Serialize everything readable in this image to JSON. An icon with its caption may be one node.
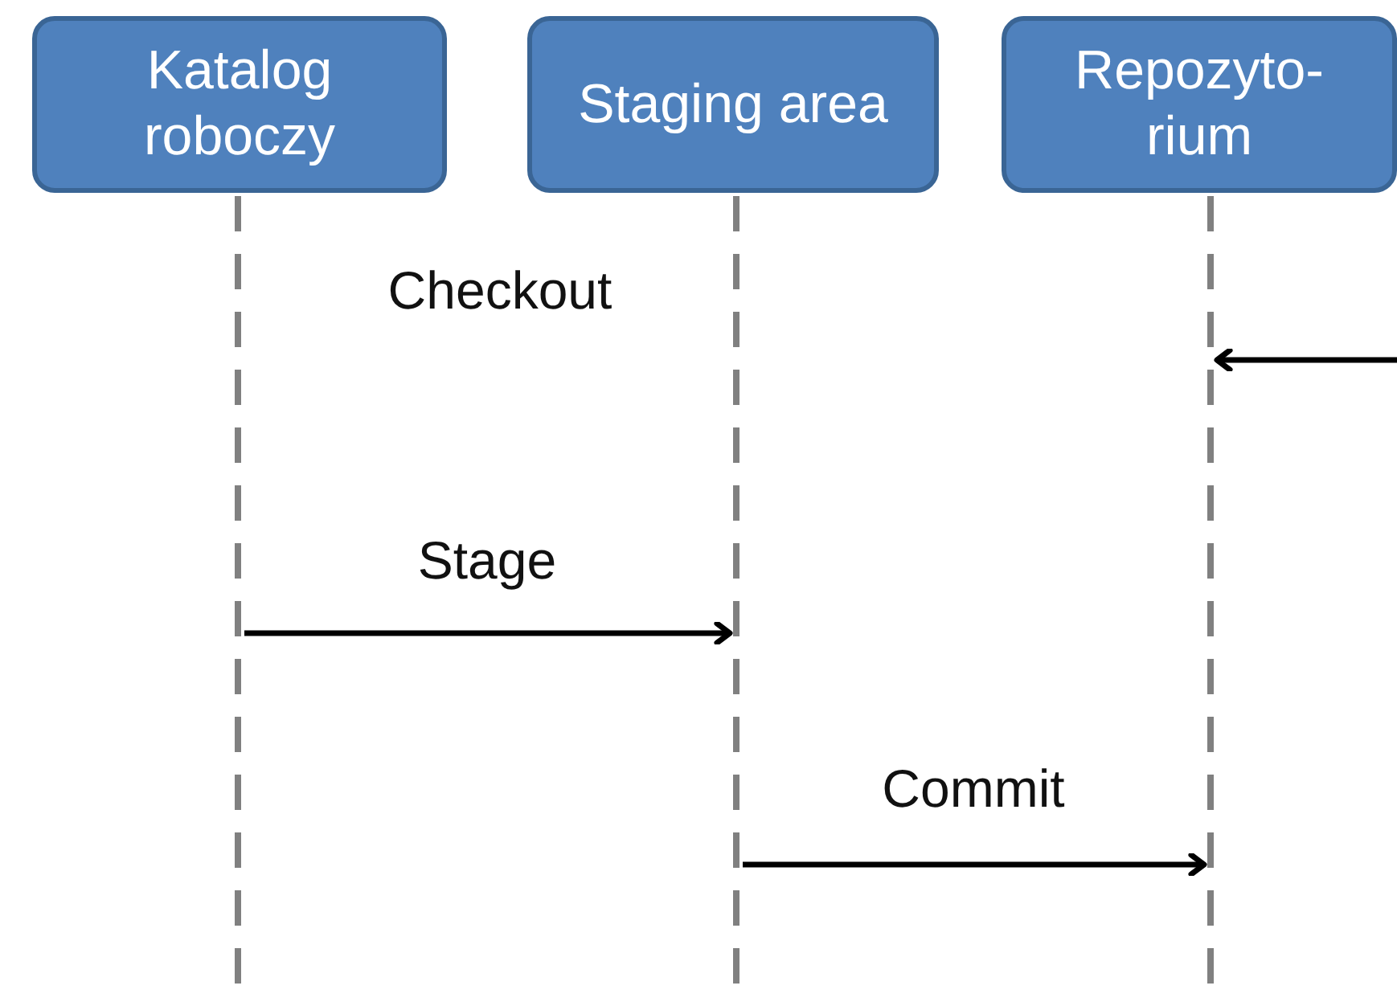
{
  "diagram": {
    "nodes": [
      {
        "text": [
          "Katalog roboczy"
        ]
      },
      {
        "text": [
          "Staging area"
        ]
      },
      {
        "text": [
          "Repozyto- rium"
        ]
      },
      {
        "text": [],
        "shape": "line"
      },
      {
        "text": [],
        "shape": "line"
      },
      {
        "text": [],
        "shape": "line"
      }
    ],
    "edges": [
      {
        "from": 3,
        "to": 4,
        "arrow": "to",
        "label": "Stage"
      },
      {
        "from": 4,
        "to": 5,
        "arrow": "to",
        "label": "Commit"
      },
      {
        "from": null,
        "to": 5,
        "arrow": "to"
      }
    ],
    "labels": [
      "Checkout"
    ]
  }
}
